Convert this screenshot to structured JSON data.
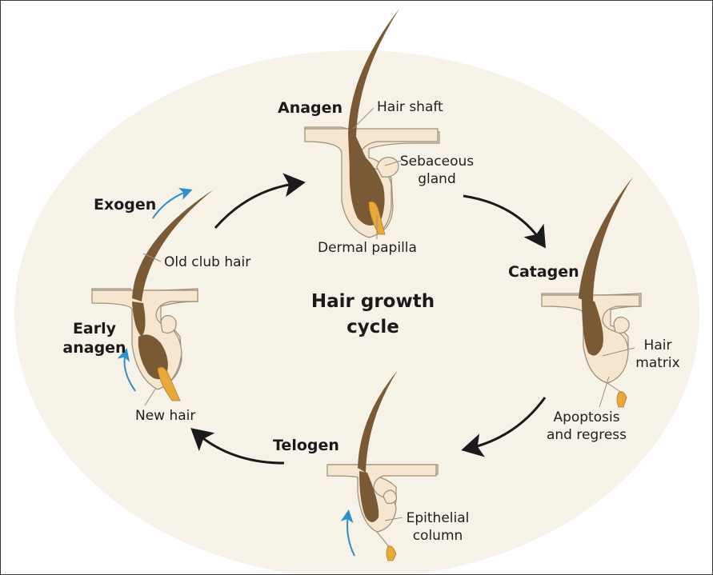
{
  "title_line1": "Hair growth",
  "title_line2": "cycle",
  "stages": {
    "anagen": "Anagen",
    "catagen": "Catagen",
    "telogen": "Telogen",
    "exogen": "Exogen",
    "early_anagen_line1": "Early",
    "early_anagen_line2": "anagen"
  },
  "labels": {
    "hair_shaft": "Hair shaft",
    "sebaceous_line1": "Sebaceous",
    "sebaceous_line2": "gland",
    "dermal_papilla": "Dermal papilla",
    "hair_matrix_line1": "Hair",
    "hair_matrix_line2": "matrix",
    "apoptosis_line1": "Apoptosis",
    "apoptosis_line2": "and regress",
    "epithelial_line1": "Epithelial",
    "epithelial_line2": "column",
    "new_hair": "New hair",
    "old_club_hair": "Old club hair"
  },
  "colors": {
    "background_ellipse": "#f6f2e7",
    "skin": "#f7e6cf",
    "skin_outline": "#9c8e7a",
    "hair": "#7a5a35",
    "papilla": "#e8a93a",
    "arrow": "#1a1a1a",
    "blue_arrow": "#2f8fc9"
  }
}
